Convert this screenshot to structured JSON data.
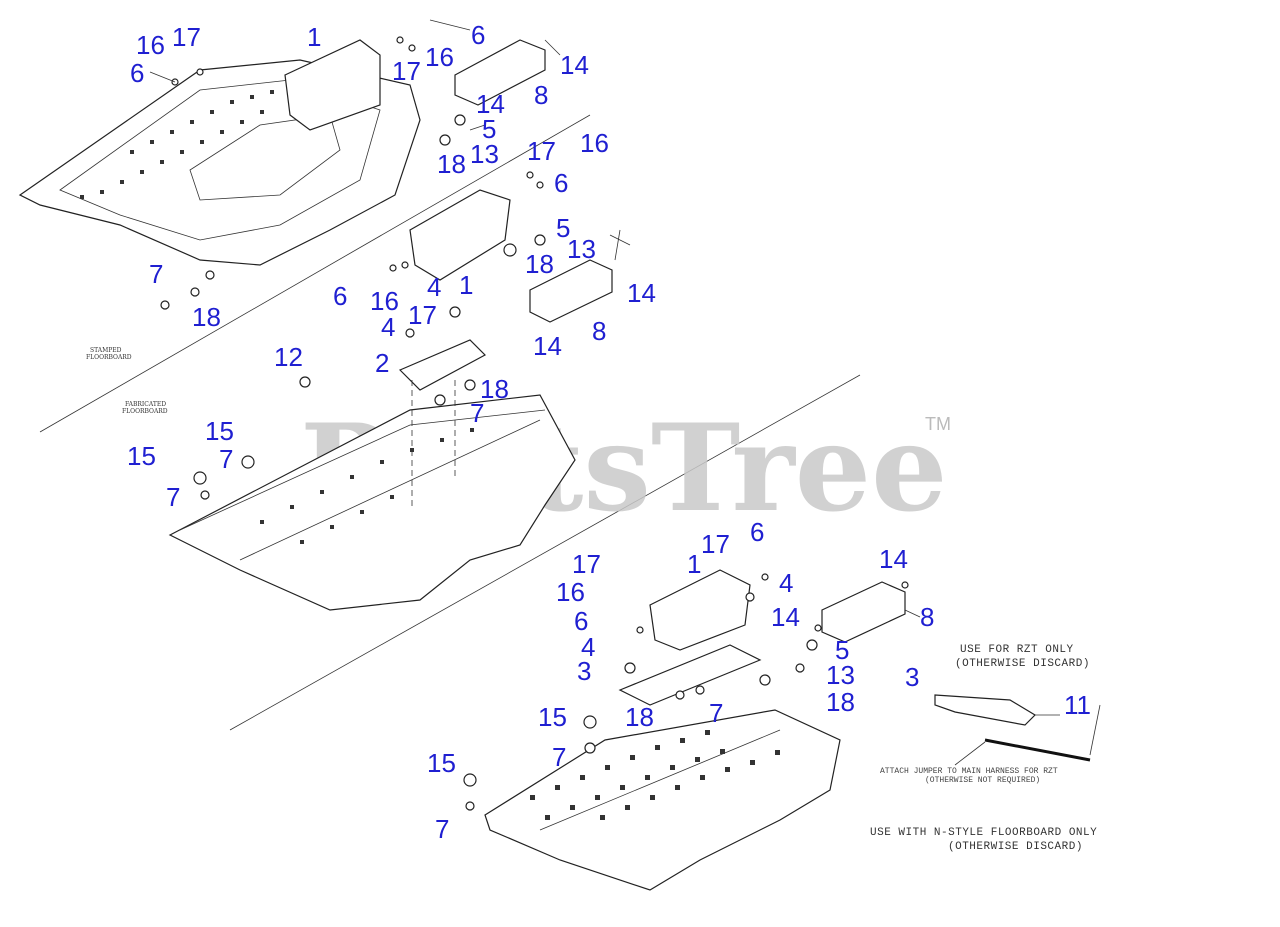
{
  "watermark": {
    "brand": "PartsTree",
    "trademark": "TM"
  },
  "notes": {
    "stamped": [
      "STAMPED",
      "FLOORBOARD"
    ],
    "fabricated": [
      "FABRICATED",
      "FLOORBOARD"
    ],
    "rzt_only": [
      "USE FOR RZT ONLY",
      "(OTHERWISE DISCARD)"
    ],
    "jumper": [
      "ATTACH JUMPER TO MAIN HARNESS FOR RZT",
      "(OTHERWISE NOT REQUIRED)"
    ],
    "n_style": [
      "USE WITH N-STYLE FLOORBOARD ONLY",
      "(OTHERWISE DISCARD)"
    ]
  },
  "callouts": [
    "16",
    "17",
    "6",
    "1",
    "17",
    "16",
    "6",
    "14",
    "8",
    "14",
    "5",
    "13",
    "18",
    "17",
    "16",
    "6",
    "5",
    "13",
    "18",
    "14",
    "8",
    "14",
    "6",
    "16",
    "4",
    "1",
    "17",
    "4",
    "2",
    "12",
    "18",
    "7",
    "7",
    "18",
    "15",
    "7",
    "15",
    "7",
    "17",
    "1",
    "17",
    "6",
    "4",
    "14",
    "16",
    "6",
    "14",
    "8",
    "5",
    "4",
    "3",
    "13",
    "18",
    "15",
    "18",
    "7",
    "7",
    "15",
    "7",
    "3",
    "11"
  ],
  "colors": {
    "callout": "#1f1fd1",
    "line": "#222222",
    "watermark": "#c9c9c9"
  }
}
